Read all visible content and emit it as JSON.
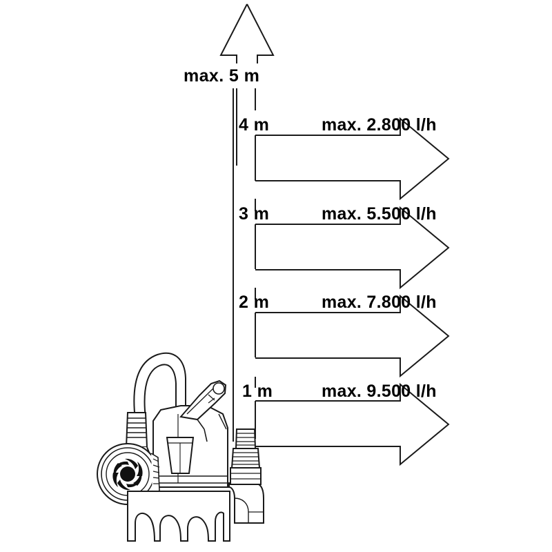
{
  "diagram": {
    "title": "Submersible pump delivery head and flow rate diagram",
    "max_head_label": "max. 5 m",
    "axis": {
      "unit": "m",
      "max_head_m": 5,
      "line_color": "#1a1a1a"
    },
    "levels": [
      {
        "height_label": "4 m",
        "height_m": 4,
        "flow_label": "max. 2.800 l/h",
        "flow_value": 2800,
        "flow_unit": "l/h"
      },
      {
        "height_label": "3 m",
        "height_m": 3,
        "flow_label": "max. 5.500 l/h",
        "flow_value": 5500,
        "flow_unit": "l/h"
      },
      {
        "height_label": "2 m",
        "height_m": 2,
        "flow_label": "max. 7.800 l/h",
        "flow_value": 7800,
        "flow_unit": "l/h"
      },
      {
        "height_label": "1 m",
        "height_m": 1,
        "flow_label": "max. 9.500 l/h",
        "flow_value": 9500,
        "flow_unit": "l/h"
      }
    ],
    "pump": {
      "name": "submersible-pump",
      "parts": {
        "power_cable": "power-cable",
        "strain_relief": "strain-relief",
        "float_switch": "float-switch",
        "impeller": "impeller-wheel",
        "body": "pump-body",
        "outlet": "threaded-outlet",
        "elbow": "outlet-elbow",
        "base": "pump-base-feet"
      }
    },
    "colors": {
      "line": "#1a1a1a",
      "fill": "#ffffff",
      "text": "#000000",
      "impeller_dark": "#111111",
      "shade": "#e9e9e9"
    }
  }
}
